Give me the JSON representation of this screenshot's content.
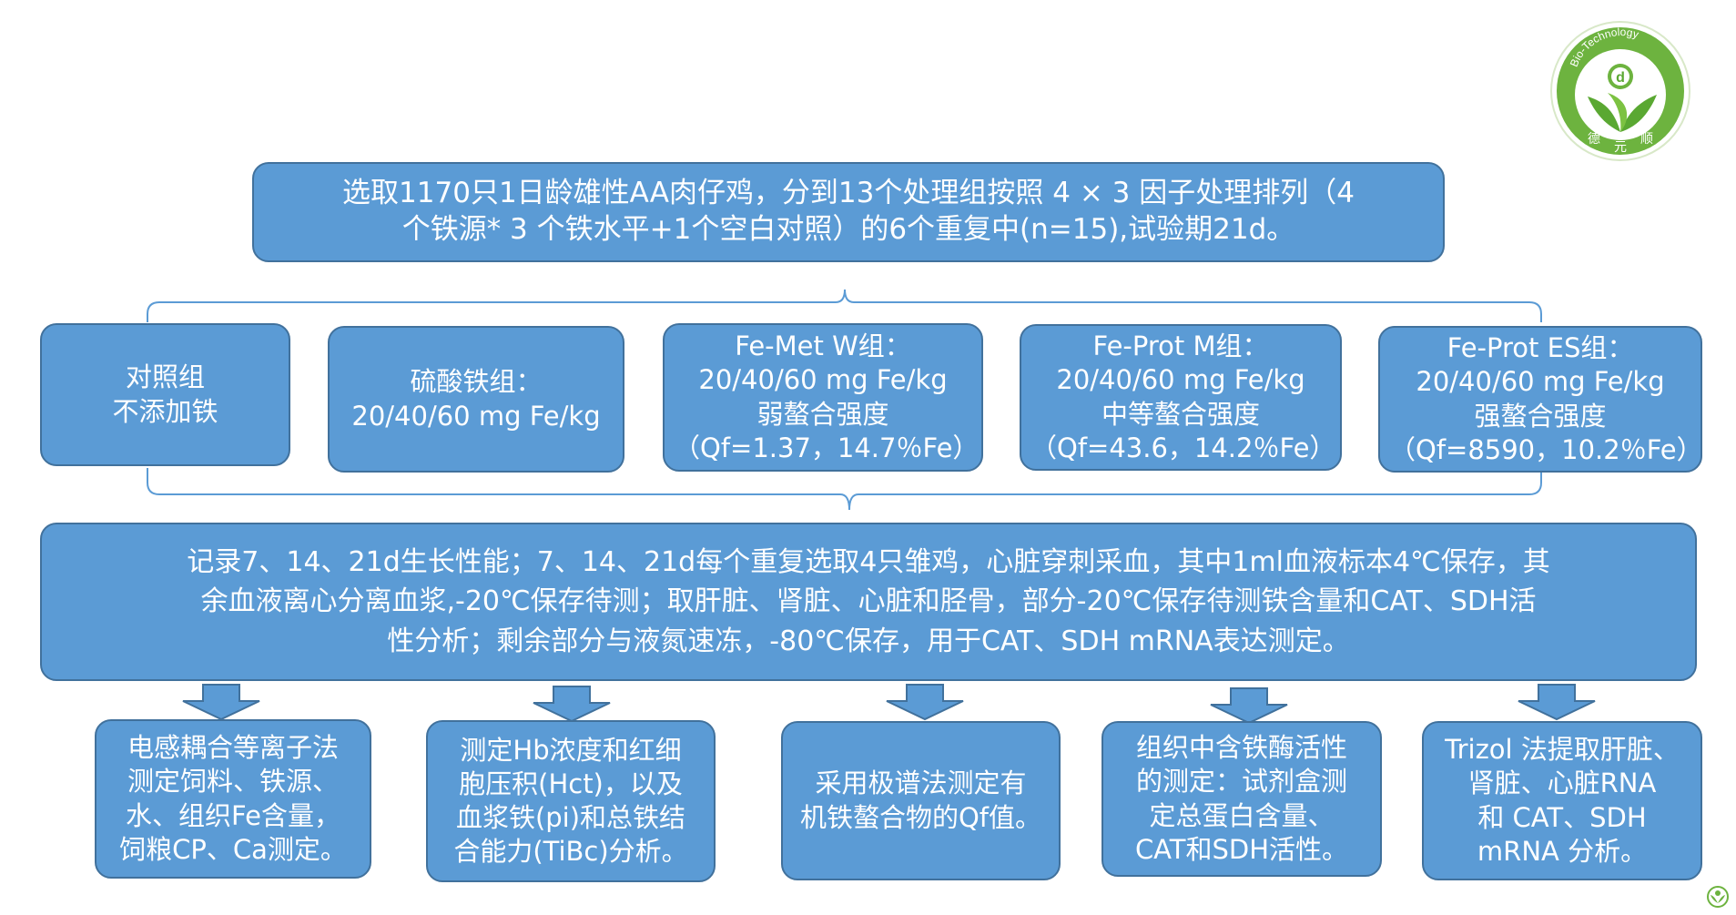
{
  "logo": {
    "arc_text": "Bio-Technology",
    "center_letter": "d",
    "chars": [
      "德",
      "元",
      "顺"
    ],
    "colors": {
      "ring": "#6db33f",
      "leaf": "#5aa832",
      "accent": "#f2b705"
    }
  },
  "top_box": {
    "lines": [
      "选取1170只1日龄雄性AA肉仔鸡，分到13个处理组按照 4 × 3 因子处理排列（4",
      "个铁源* 3 个铁水平+1个空白对照）的6个重复中(n=15),试验期21d。"
    ]
  },
  "groups": [
    {
      "lines": [
        "对照组",
        "不添加铁"
      ]
    },
    {
      "lines": [
        "硫酸铁组：",
        "20/40/60 mg Fe/kg"
      ]
    },
    {
      "lines": [
        "Fe-Met W组：",
        "20/40/60 mg Fe/kg",
        "弱螯合强度",
        "（Qf=1.37，14.7％Fe）"
      ]
    },
    {
      "lines": [
        "Fe-Prot M组：",
        "20/40/60 mg Fe/kg",
        "中等螯合强度",
        "（Qf=43.6，14.2％Fe）"
      ]
    },
    {
      "lines": [
        "Fe-Prot ES组：",
        "20/40/60 mg Fe/kg",
        "强螯合强度",
        "（Qf=8590，10.2％Fe）"
      ]
    }
  ],
  "measure_box": {
    "lines": [
      "记录7、14、21d生长性能；7、14、21d每个重复选取4只雏鸡，心脏穿刺采血，其中1ml血液标本4℃保存，其",
      "余血液离心分离血浆,-20℃保存待测；取肝脏、肾脏、心脏和胫骨，部分-20℃保存待测铁含量和CAT、SDH活",
      "性分析；剩余部分与液氮速冻，-80℃保存，用于CAT、SDH mRNA表达测定。"
    ]
  },
  "analyses": [
    {
      "lines": [
        "电感耦合等离子法",
        "测定饲料、铁源、",
        "水、组织Fe含量，",
        "饲粮CP、Ca测定。"
      ]
    },
    {
      "lines": [
        "测定Hb浓度和红细",
        "胞压积(Hct)，以及",
        "血浆铁(pi)和总铁结",
        "合能力(TiBc)分析。"
      ]
    },
    {
      "lines": [
        "采用极谱法测定有",
        "机铁螯合物的Qf值。"
      ]
    },
    {
      "lines": [
        "组织中含铁酶活性",
        "的测定：试剂盒测",
        "定总蛋白含量、",
        "CAT和SDH活性。"
      ]
    },
    {
      "lines": [
        "Trizol 法提取肝脏、",
        "肾脏、心脏RNA",
        "和 CAT、SDH",
        "mRNA 分析。"
      ]
    }
  ],
  "colors": {
    "box_fill": "#5b9bd5",
    "box_border": "#41719c",
    "connector": "#5b9bd5",
    "text": "#ffffff"
  }
}
